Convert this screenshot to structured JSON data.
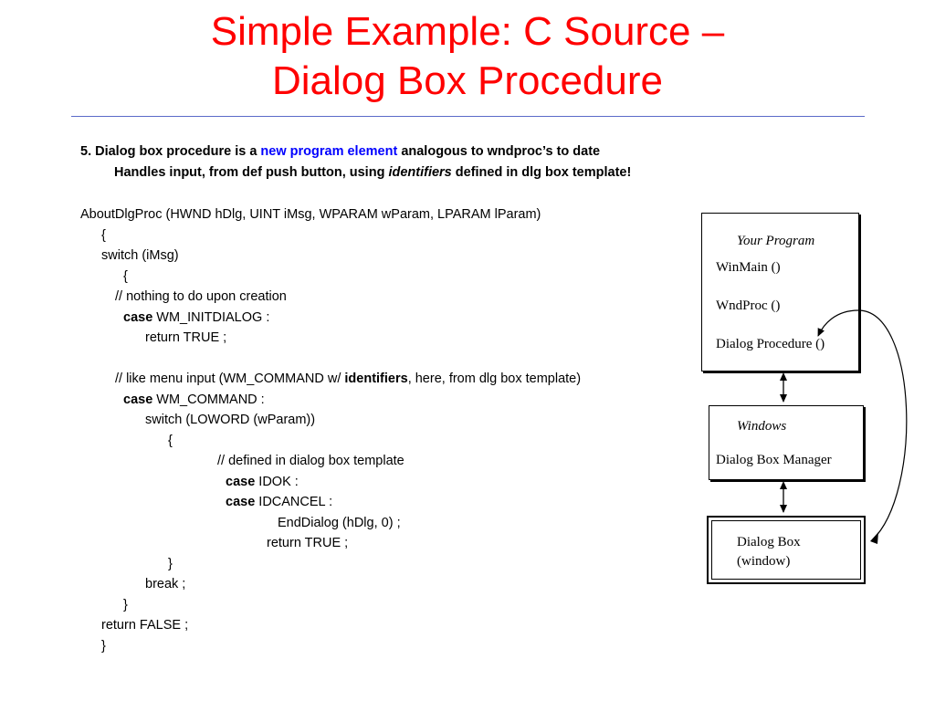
{
  "title": {
    "line1": "Simple Example: C Source –",
    "line2": "Dialog Box Procedure"
  },
  "intro": {
    "line1_prefix": "5. Dialog box procedure is a ",
    "line1_highlight": "new program element",
    "line1_suffix": " analogous to wndproc’s to date",
    "line2_prefix": "Handles input, from def push button, using ",
    "line2_emph": "identifiers",
    "line2_suffix": " defined in dlg box template!"
  },
  "code": {
    "signature": "AboutDlgProc (HWND hDlg, UINT iMsg, WPARAM wParam, LPARAM lParam)",
    "open_brace_1": "{",
    "switch_msg": "switch (iMsg)",
    "open_brace_2": "{",
    "comment_creation": "// nothing to do upon creation",
    "kw_case": "case",
    "initdialog": " WM_INITDIALOG :",
    "return_true_1": "return TRUE ;",
    "comment_menu_prefix": "// like menu input (WM_COMMAND w/ ",
    "comment_menu_bold": "identifiers",
    "comment_menu_suffix": ", here, from dlg box template)",
    "wm_command": " WM_COMMAND :",
    "switch_loword": "switch (LOWORD (wParam))",
    "open_brace_3": "{",
    "comment_defined": "// defined in dialog box template",
    "idok": " IDOK :",
    "idcancel": " IDCANCEL :",
    "enddialog": "EndDialog (hDlg, 0) ;",
    "return_true_2": "return TRUE ;",
    "close_brace_3": "}",
    "break_stmt": "break ;",
    "close_brace_2": "}",
    "return_false": "return FALSE ;",
    "close_brace_1": "}"
  },
  "diagram": {
    "program_box": {
      "title": "Your Program",
      "items": [
        "WinMain ()",
        "WndProc ()",
        "Dialog Procedure ()"
      ]
    },
    "windows_box": {
      "title": "Windows",
      "item": "Dialog Box Manager"
    },
    "dialog_box": {
      "line1": "Dialog Box",
      "line2": "(window)"
    }
  }
}
